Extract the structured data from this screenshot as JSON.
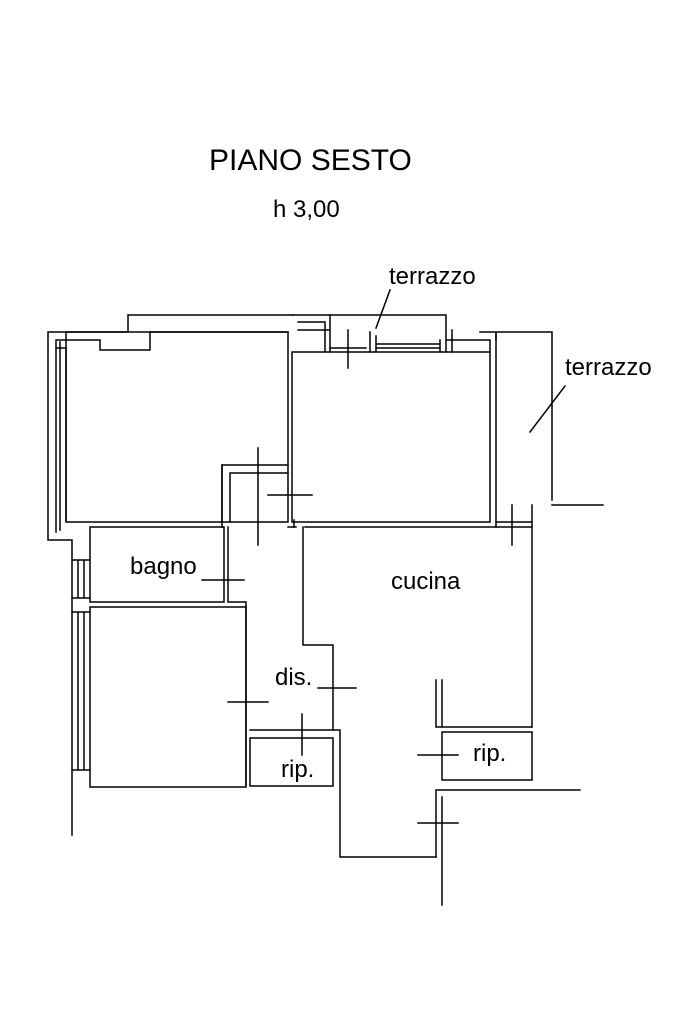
{
  "plan": {
    "title": "PIANO SESTO",
    "height_note": "h 3,00",
    "rooms": {
      "terrazzo_top": "terrazzo",
      "terrazzo_right": "terrazzo",
      "bagno": "bagno",
      "cucina": "cucina",
      "disimpegno": "dis.",
      "ripostiglio_left": "rip.",
      "ripostiglio_right": "rip."
    }
  },
  "colors": {
    "line": "#000000",
    "background": "#ffffff"
  }
}
